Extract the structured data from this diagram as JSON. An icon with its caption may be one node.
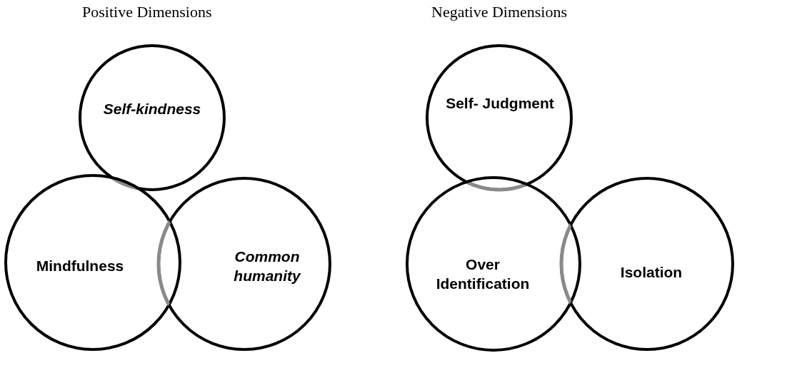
{
  "diagram": {
    "nodes": [
      {
        "text": [
          "Self-kindness"
        ]
      },
      {
        "text": [
          "Mindfulness"
        ]
      },
      {
        "text": [
          "Common humanity"
        ]
      },
      {
        "text": [
          "Self- Judgment"
        ]
      },
      {
        "text": [
          "Over Identification"
        ]
      },
      {
        "text": [
          "Isolation"
        ]
      }
    ],
    "labels": [
      "Positive Dimensions",
      "Negative Dimensions"
    ]
  }
}
